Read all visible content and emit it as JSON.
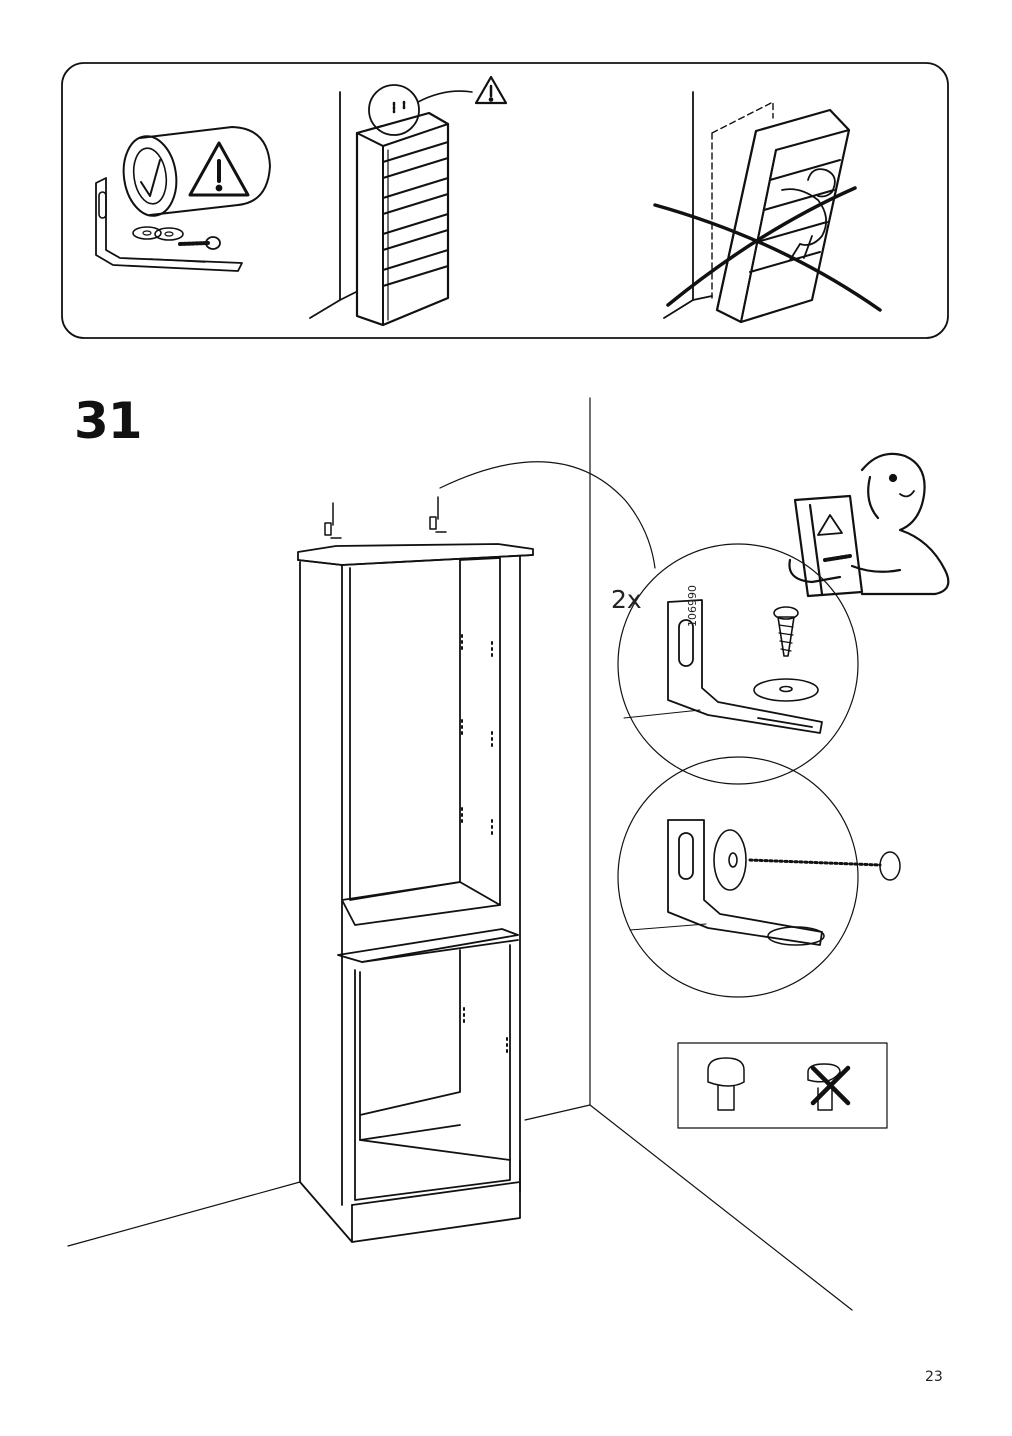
{
  "page": {
    "step_number": "31",
    "quantity": "2x",
    "part_number": "106990",
    "page_number": "23"
  },
  "icons": [
    "warning-icon",
    "wall-bracket-icon",
    "screw-icon",
    "washer-icon",
    "bookcase-icon",
    "person-reading-manual-icon",
    "wall-plug-icon",
    "cross-mark-icon"
  ],
  "colors": {
    "line": "#111111",
    "background": "#ffffff"
  }
}
